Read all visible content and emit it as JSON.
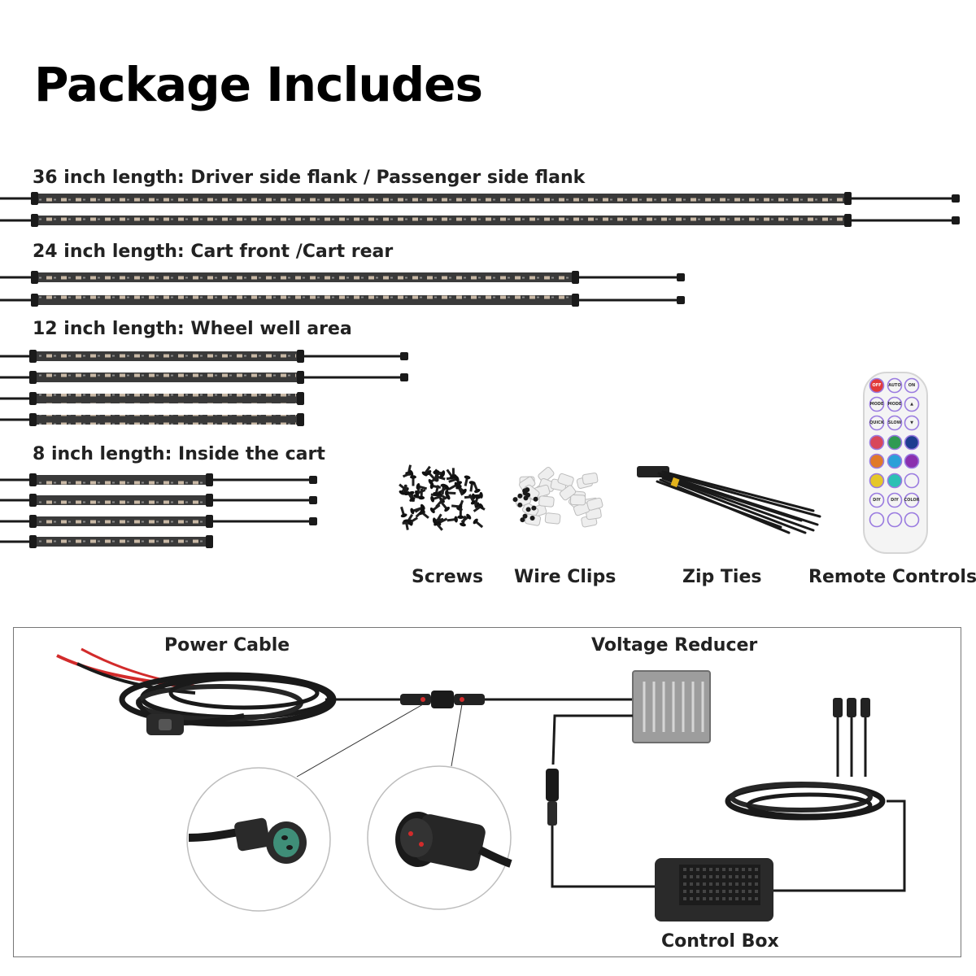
{
  "page": {
    "title": "Package Includes"
  },
  "strips": {
    "group36": {
      "label": "36 inch length: Driver side flank / Passenger side flank"
    },
    "group24": {
      "label": "24 inch length: Cart front /Cart rear"
    },
    "group12": {
      "label": "12 inch length: Wheel well area"
    },
    "group8": {
      "label": "8 inch length: Inside the cart"
    }
  },
  "accessories": {
    "screws": "Screws",
    "wire_clips": "Wire Clips",
    "zip_ties": "Zip Ties",
    "remote": "Remote Controls"
  },
  "remote_buttons": {
    "row1": [
      "OFF",
      "AUTO",
      "ON"
    ],
    "row2": [
      "MODE",
      "MODE",
      "▲"
    ],
    "row3": [
      "QUICK",
      "SLOW",
      "▼"
    ],
    "row7": [
      "DIY",
      "DIY",
      "COLOR"
    ]
  },
  "wiring": {
    "power_cable": "Power Cable",
    "voltage_reducer": "Voltage Reducer",
    "control_box": "Control Box"
  },
  "colors": {
    "strip_body": "#3a3a3a",
    "led_chip": "#c9b9a6",
    "cable": "#1a1a1a",
    "red_wire": "#d22b2b"
  }
}
